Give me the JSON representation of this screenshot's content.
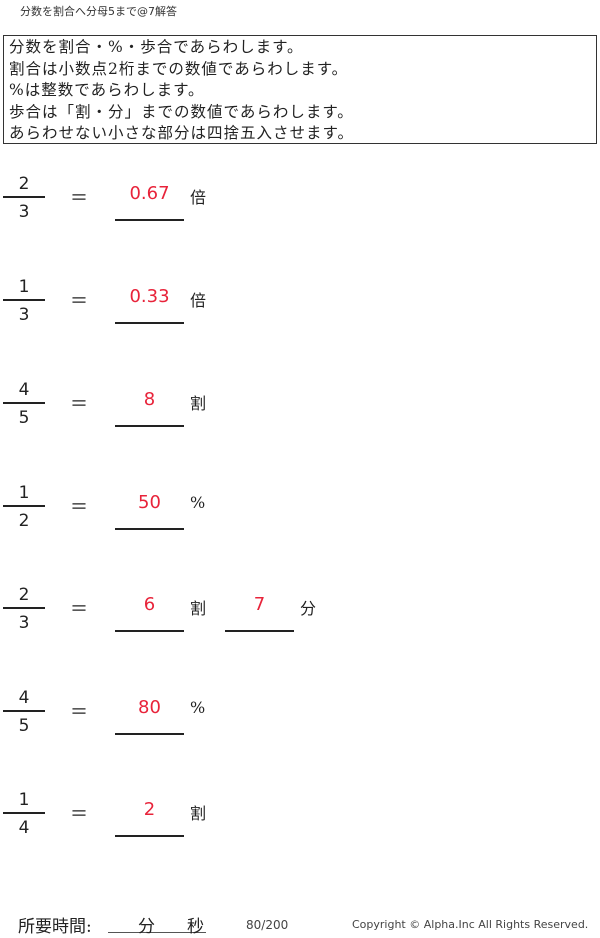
{
  "title": "分数を割合へ分母5まで@7解答",
  "instructions": [
    "分数を割合・%・歩合であらわします。",
    "割合は小数点2桁までの数値であらわします。",
    "%は整数であらわします。",
    "歩合は「割・分」までの数値であらわします。",
    "あらわせない小さな部分は四捨五入させます。"
  ],
  "equals": "＝",
  "problems": [
    {
      "numerator": "2",
      "denominator": "3",
      "answers": [
        {
          "value": "0.67",
          "unit": "倍"
        }
      ]
    },
    {
      "numerator": "1",
      "denominator": "3",
      "answers": [
        {
          "value": "0.33",
          "unit": "倍"
        }
      ]
    },
    {
      "numerator": "4",
      "denominator": "5",
      "answers": [
        {
          "value": "8",
          "unit": "割"
        }
      ]
    },
    {
      "numerator": "1",
      "denominator": "2",
      "answers": [
        {
          "value": "50",
          "unit": "%"
        }
      ]
    },
    {
      "numerator": "2",
      "denominator": "3",
      "answers": [
        {
          "value": "6",
          "unit": "割"
        },
        {
          "value": "7",
          "unit": "分"
        }
      ]
    },
    {
      "numerator": "4",
      "denominator": "5",
      "answers": [
        {
          "value": "80",
          "unit": "%"
        }
      ]
    },
    {
      "numerator": "1",
      "denominator": "4",
      "answers": [
        {
          "value": "2",
          "unit": "割"
        }
      ]
    }
  ],
  "footer": {
    "time_label": "所要時間:",
    "minutes": "分",
    "seconds": "秒",
    "page": "80/200",
    "copyright": "Copyright ©  Alpha.Inc All Rights Reserved."
  },
  "colors": {
    "answer": "#e8233a"
  }
}
